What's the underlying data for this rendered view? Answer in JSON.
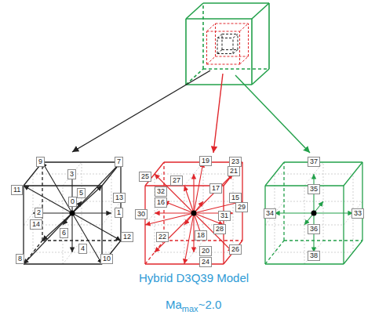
{
  "diagram": {
    "caption": "Hybrid D3Q39 Model",
    "labels": [
      "0",
      "1",
      "2",
      "3",
      "4",
      "5",
      "6",
      "7",
      "8",
      "9",
      "10",
      "11",
      "12",
      "13",
      "14",
      "15",
      "16",
      "17",
      "18",
      "19",
      "20",
      "21",
      "22",
      "23",
      "24",
      "25",
      "26",
      "27",
      "28",
      "29",
      "30",
      "31",
      "32",
      "33",
      "34",
      "35",
      "36",
      "37",
      "38",
      "Ma",
      "max",
      "~2.0"
    ]
  }
}
